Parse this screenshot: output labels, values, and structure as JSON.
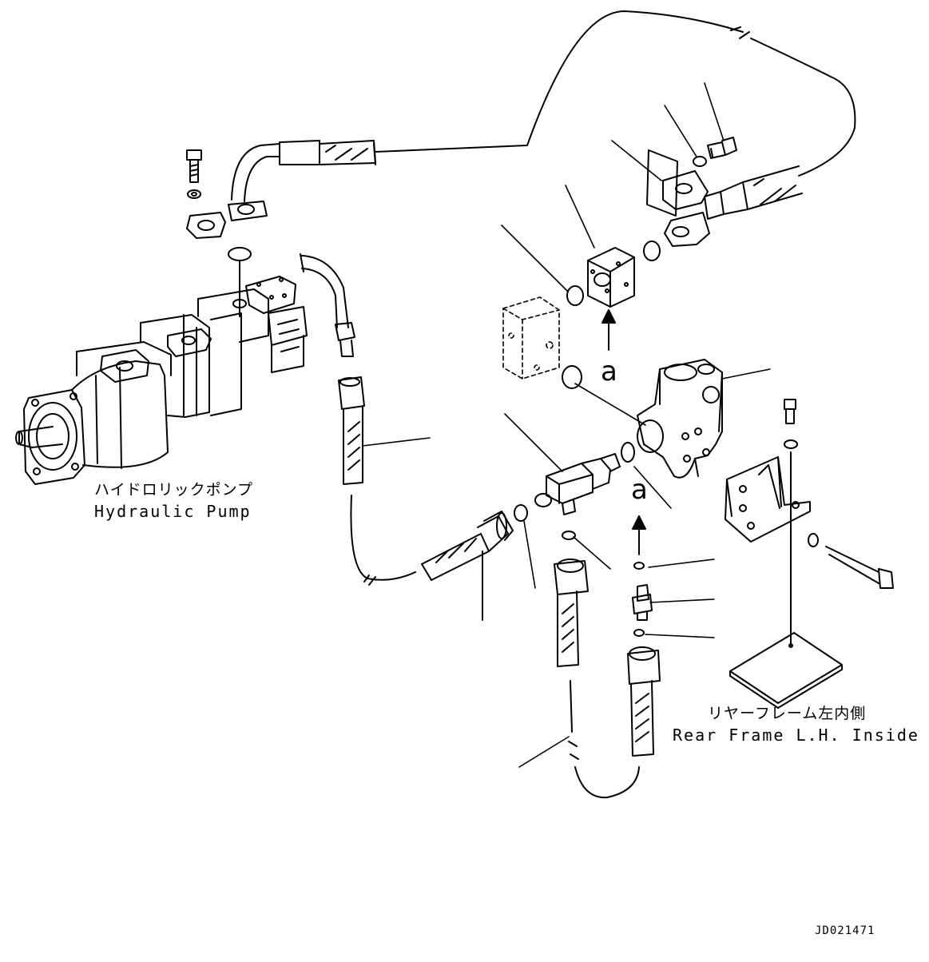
{
  "labels": {
    "pump_jp": "ハイドロリックポンプ",
    "pump_en": "Hydraulic Pump",
    "frame_jp": "リヤーフレーム左内側",
    "frame_en": "Rear Frame L.H. Inside",
    "marker_a": "a",
    "doc_id": "JD021471"
  },
  "style": {
    "line_color": "#000000",
    "background": "#ffffff"
  }
}
